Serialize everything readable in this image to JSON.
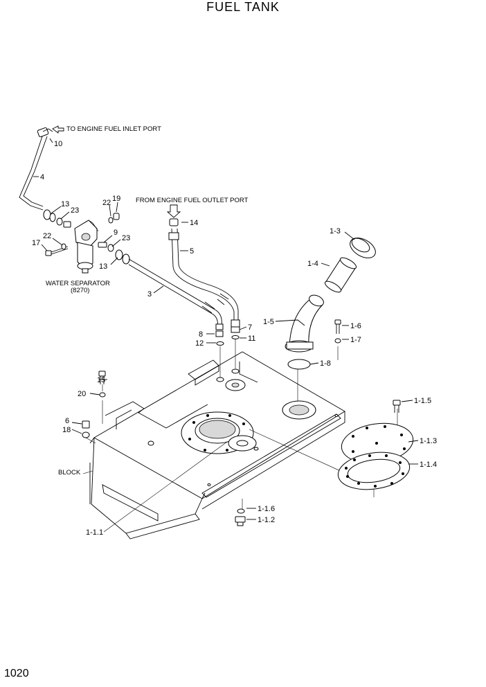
{
  "title": "FUEL TANK",
  "page_number": "1020",
  "notes": {
    "engine_inlet": "TO ENGINE FUEL INLET PORT",
    "engine_outlet": "FROM ENGINE FUEL OUTLET PORT",
    "water_separator": "WATER SEPARATOR",
    "water_separator_code": "(8270)",
    "block": "BLOCK"
  },
  "callouts": {
    "p10": "10",
    "p4": "4",
    "p13a": "13",
    "p23a": "23",
    "p22a": "22",
    "p19": "19",
    "p22b": "22",
    "p17": "17",
    "p9": "9",
    "p23b": "23",
    "p13b": "13",
    "p3": "3",
    "p14": "14",
    "p5": "5",
    "p8": "8",
    "p12": "12",
    "p7": "7",
    "p11": "11",
    "p1_3": "1-3",
    "p1_4": "1-4",
    "p1_5": "1-5",
    "p1_6": "1-6",
    "p1_7": "1-7",
    "p1_8": "1-8",
    "p15": "15",
    "p20": "20",
    "p6": "6",
    "p18": "18",
    "p1_1_5": "1-1.5",
    "p1_1_3": "1-1.3",
    "p1_1_4": "1-1.4",
    "p1_1_6": "1-1.6",
    "p1_1_2": "1-1.2",
    "p1_1_1": "1-1.1"
  }
}
